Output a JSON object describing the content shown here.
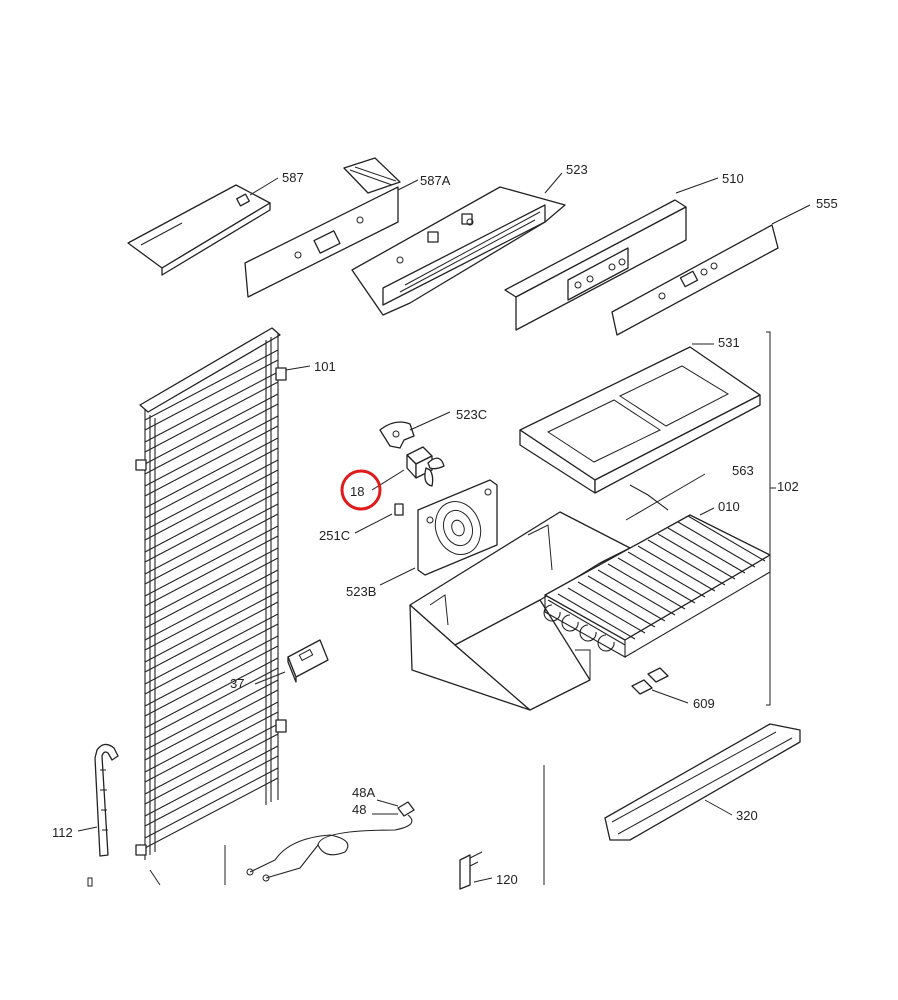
{
  "diagram": {
    "highlight_color": "#e01b1b",
    "highlighted_part": "18",
    "callouts": {
      "c587": "587",
      "c587A": "587A",
      "c523": "523",
      "c510": "510",
      "c555": "555",
      "c101": "101",
      "c531": "531",
      "c523C": "523C",
      "c18": "18",
      "c563": "563",
      "c102": "102",
      "c010": "010",
      "c251C": "251C",
      "c523B": "523B",
      "c37": "37",
      "c609": "609",
      "c48A": "48A",
      "c48": "48",
      "c320": "320",
      "c112": "112",
      "c120": "120"
    }
  }
}
